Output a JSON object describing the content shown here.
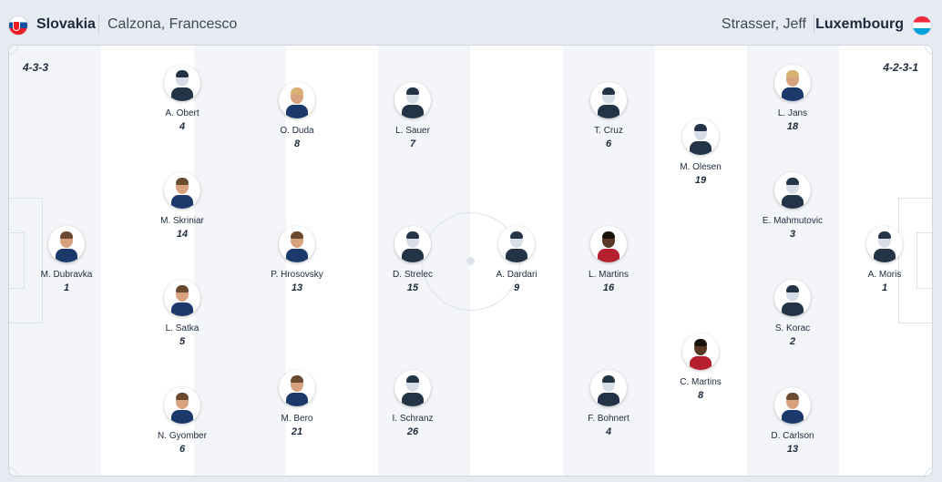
{
  "home": {
    "team": "Slovakia",
    "coach": "Calzona, Francesco",
    "formation": "4-3-3",
    "players": [
      {
        "name": "M. Dubravka",
        "number": "1"
      },
      {
        "name": "A. Obert",
        "number": "4"
      },
      {
        "name": "M. Skriniar",
        "number": "14"
      },
      {
        "name": "L. Satka",
        "number": "5"
      },
      {
        "name": "N. Gyomber",
        "number": "6"
      },
      {
        "name": "O. Duda",
        "number": "8"
      },
      {
        "name": "P. Hrosovsky",
        "number": "13"
      },
      {
        "name": "M. Bero",
        "number": "21"
      },
      {
        "name": "L. Sauer",
        "number": "7"
      },
      {
        "name": "D. Strelec",
        "number": "15"
      },
      {
        "name": "I. Schranz",
        "number": "26"
      }
    ]
  },
  "away": {
    "team": "Luxembourg",
    "coach": "Strasser, Jeff",
    "formation": "4-2-3-1",
    "players": [
      {
        "name": "A. Moris",
        "number": "1"
      },
      {
        "name": "L. Jans",
        "number": "18"
      },
      {
        "name": "E. Mahmutovic",
        "number": "3"
      },
      {
        "name": "S. Korac",
        "number": "2"
      },
      {
        "name": "D. Carlson",
        "number": "13"
      },
      {
        "name": "M. Olesen",
        "number": "19"
      },
      {
        "name": "C. Martins",
        "number": "8"
      },
      {
        "name": "T. Cruz",
        "number": "6"
      },
      {
        "name": "L. Martins",
        "number": "16"
      },
      {
        "name": "F. Bohnert",
        "number": "4"
      },
      {
        "name": "A. Dardari",
        "number": "9"
      }
    ]
  },
  "colors": {
    "stripe_light": "#f3f5f8",
    "stripe_white": "#ffffff",
    "avatar_kit": "#243447"
  },
  "icons": {
    "home_flag": "slovakia-flag-icon",
    "away_flag": "luxembourg-flag-icon",
    "player_avatar": "player-silhouette-icon"
  }
}
